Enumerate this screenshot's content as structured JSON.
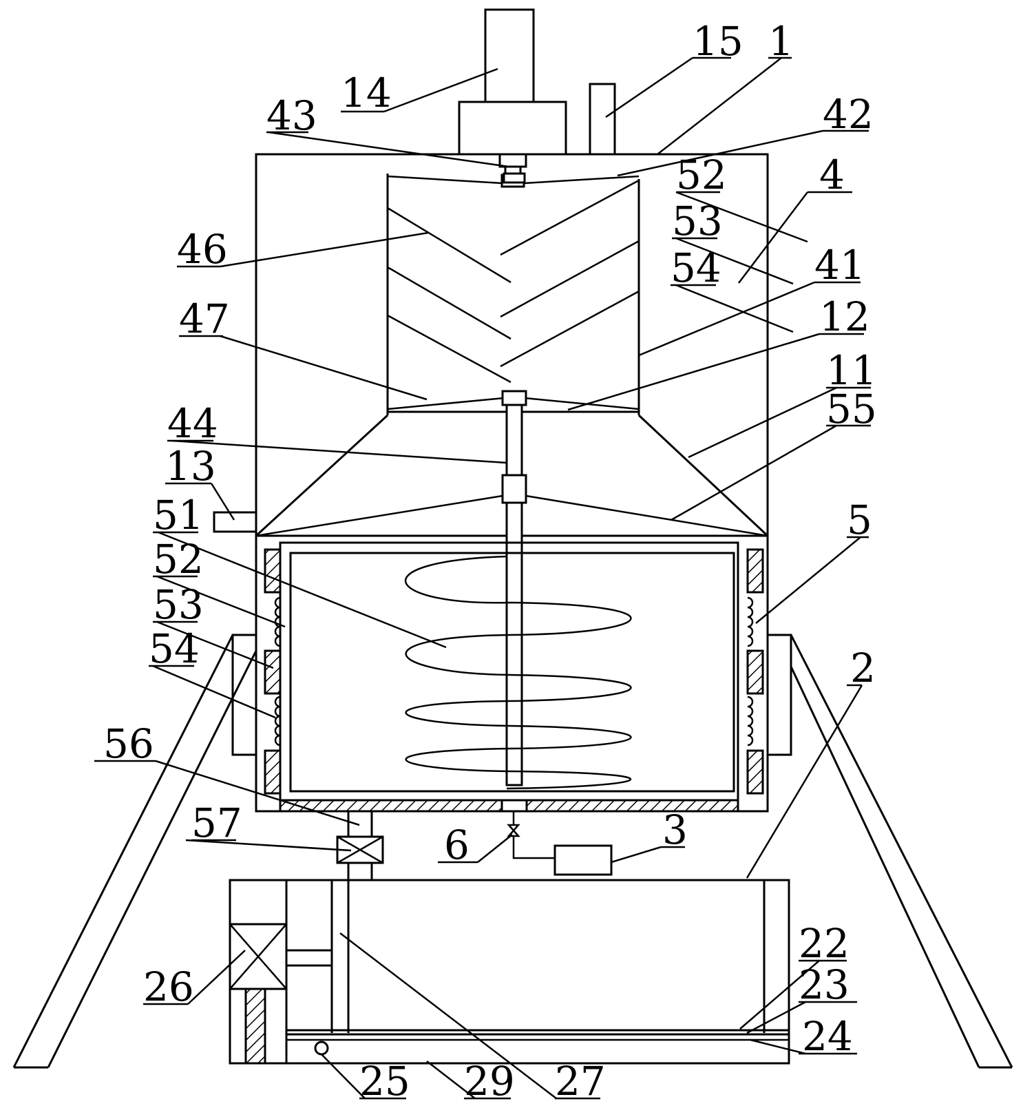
{
  "labels": [
    {
      "text": "14"
    },
    {
      "text": "15"
    },
    {
      "text": "1"
    },
    {
      "text": "43"
    },
    {
      "text": "42"
    },
    {
      "text": "52"
    },
    {
      "text": "4"
    },
    {
      "text": "53"
    },
    {
      "text": "46"
    },
    {
      "text": "54"
    },
    {
      "text": "41"
    },
    {
      "text": "12"
    },
    {
      "text": "47"
    },
    {
      "text": "11"
    },
    {
      "text": "55"
    },
    {
      "text": "44"
    },
    {
      "text": "13"
    },
    {
      "text": "51"
    },
    {
      "text": "5"
    },
    {
      "text": "52"
    },
    {
      "text": "53"
    },
    {
      "text": "54"
    },
    {
      "text": "2"
    },
    {
      "text": "56"
    },
    {
      "text": "57"
    },
    {
      "text": "6"
    },
    {
      "text": "3"
    },
    {
      "text": "22"
    },
    {
      "text": "26"
    },
    {
      "text": "23"
    },
    {
      "text": "24"
    },
    {
      "text": "25"
    },
    {
      "text": "29"
    },
    {
      "text": "27"
    }
  ]
}
